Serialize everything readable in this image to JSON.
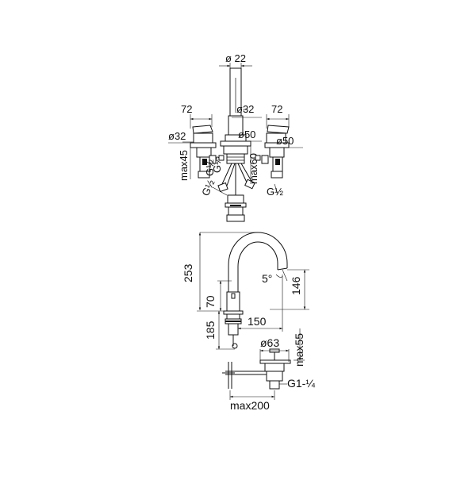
{
  "top_view": {
    "spout_diameter": "ø 22",
    "handle_left_width": "72",
    "handle_right_width": "72",
    "spout_collar_diameter": "ø32",
    "left_collar_diameter": "ø32",
    "spout_base_diameter": "ø50",
    "right_base_diameter": "ø50",
    "left_max_thickness": "max45",
    "center_max_thickness": "max60",
    "thread_center": "G½",
    "thread_right": "G½",
    "thread_left": "G½"
  },
  "side_view": {
    "total_height": "253",
    "body_height": "70",
    "below_deck_height": "185",
    "spout_reach": "150",
    "spout_clearance": "146",
    "spout_angle": "5°",
    "drain_diameter": "ø63",
    "drain_max_height": "max55",
    "drain_thread": "G1-¼",
    "max_distance": "max200"
  }
}
